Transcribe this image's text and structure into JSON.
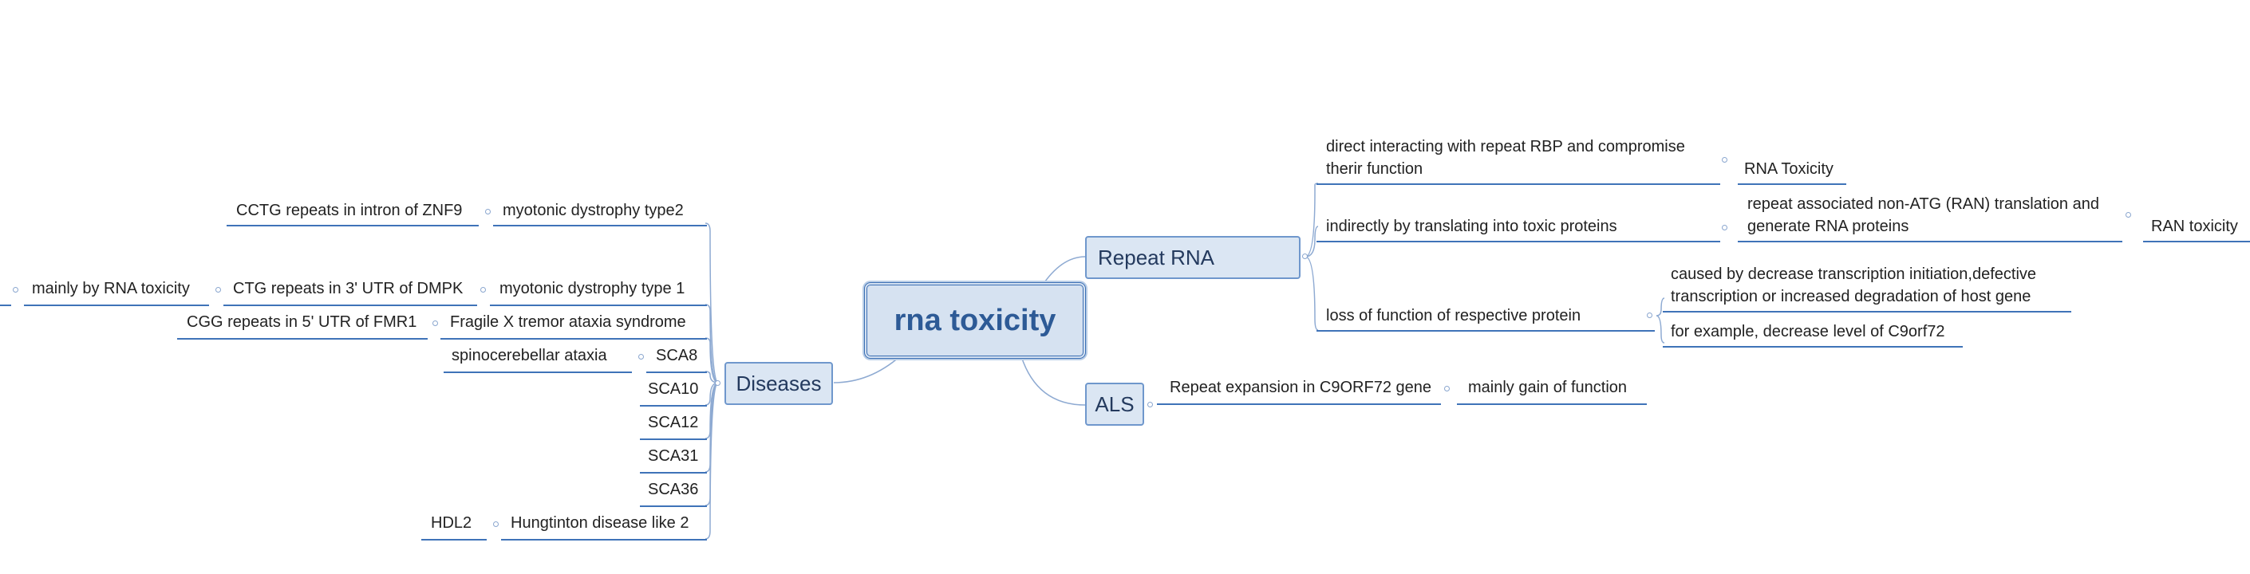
{
  "central": "rna toxicity",
  "branches": {
    "repeat_rna": {
      "label": "Repeat RNA",
      "topics": {
        "direct": {
          "label": "direct interacting with repeat RBP and compromise therir function",
          "child": "RNA Toxicity"
        },
        "indirect": {
          "label": "indirectly by translating into toxic proteins",
          "child": "repeat associated non-ATG (RAN) translation and generate RNA proteins",
          "grandchild": "RAN toxicity"
        },
        "loss": {
          "label": "loss of function of respective protein",
          "children": [
            "caused by decrease transcription initiation,defective transcription or increased degradation of host gene",
            "for example, decrease level of C9orf72"
          ]
        }
      }
    },
    "als": {
      "label": "ALS",
      "topic": "Repeat expansion in C9ORF72 gene",
      "child": "mainly gain of function"
    },
    "diseases": {
      "label": "Diseases",
      "dm2": {
        "label": "myotonic dystrophy type2",
        "child": "CCTG repeats in intron of ZNF9"
      },
      "dm1": {
        "label": "myotonic dystrophy type 1",
        "child": "CTG repeats in 3' UTR of DMPK",
        "grandchild": "mainly by RNA toxicity"
      },
      "fxtas": {
        "label": "Fragile X tremor ataxia syndrome",
        "child": "CGG repeats in 5' UTR of FMR1"
      },
      "sca8": {
        "label": "SCA8",
        "child": "spinocerebellar ataxia"
      },
      "sca10": "SCA10",
      "sca12": "SCA12",
      "sca31": "SCA31",
      "sca36": "SCA36",
      "hdl2": {
        "label": "Hungtinton disease like 2",
        "child": "HDL2"
      }
    }
  }
}
